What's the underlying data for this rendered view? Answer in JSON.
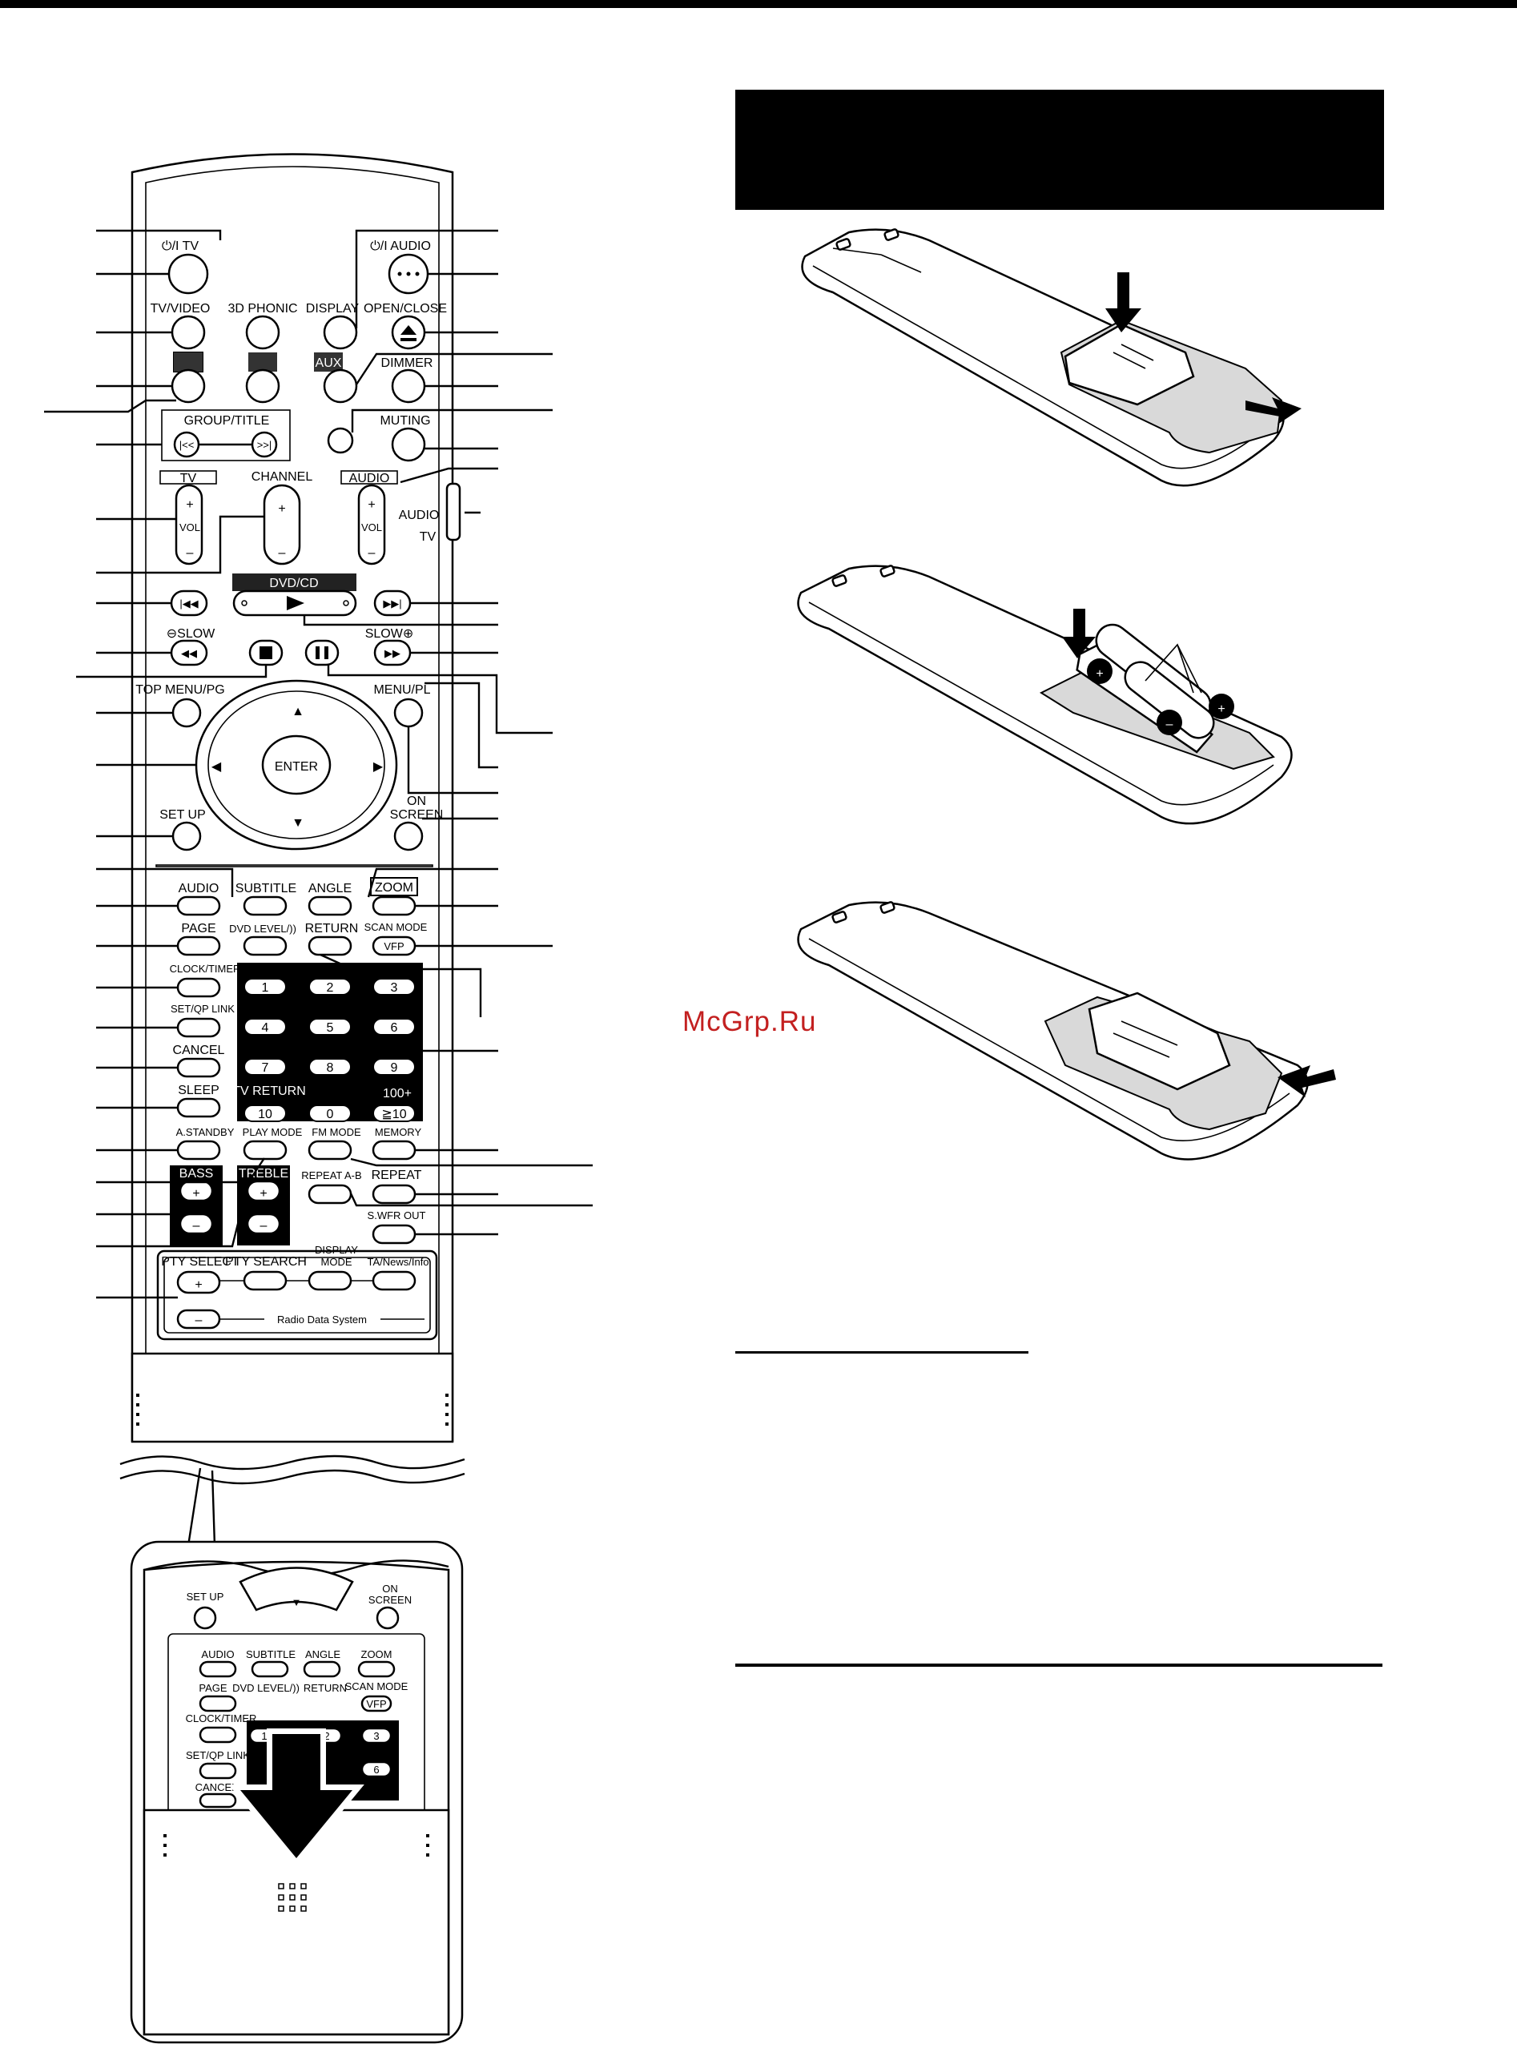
{
  "watermark": "McGrp.Ru",
  "remote": {
    "labels": {
      "power_tv": "⏻/I TV",
      "power_audio": "⏻/I AUDIO",
      "tv_video": "TV/VIDEO",
      "phonic3d": "3D PHONIC",
      "display": "DISPLAY",
      "open_close": "OPEN/CLOSE",
      "aux": "AUX",
      "dimmer": "DIMMER",
      "group_title": "GROUP/TITLE",
      "muting": "MUTING",
      "tv": "TV",
      "channel": "CHANNEL",
      "audio_box": "AUDIO",
      "vol": "VOL",
      "switch_audio": "AUDIO",
      "switch_tv": "TV",
      "dvdcd": "DVD/CD",
      "slow_minus": "⊖SLOW",
      "slow_plus": "SLOW⊕",
      "top_menu": "TOP MENU/PG",
      "menu_pl": "MENU/PL",
      "enter": "ENTER",
      "setup": "SET UP",
      "on": "ON",
      "screen": "SCREEN",
      "audio": "AUDIO",
      "subtitle": "SUBTITLE",
      "angle": "ANGLE",
      "zoom": "ZOOM",
      "page": "PAGE",
      "dvd_level": "DVD LEVEL/))",
      "return": "RETURN",
      "scan_mode": "SCAN MODE",
      "vfp": "VFP",
      "clock_timer": "CLOCK/TIMER",
      "set_qp": "SET/QP LINK",
      "cancel": "CANCEL",
      "sleep": "SLEEP",
      "tv_return": "TV RETURN",
      "hundred": "100+",
      "ge10": "≧10",
      "a_standby": "A.STANDBY",
      "play_mode": "PLAY MODE",
      "fm_mode": "FM MODE",
      "memory": "MEMORY",
      "bass": "BASS",
      "treble": "TREBLE",
      "repeat_ab": "REPEAT A-B",
      "repeat": "REPEAT",
      "swfr": "S.WFR OUT",
      "pty_select": "PTY SELECT",
      "pty_search": "PTY SEARCH",
      "display2": "DISPLAY",
      "mode": "MODE",
      "ta_news": "TA/News/Info",
      "rds": "Radio Data System"
    },
    "digits": [
      "1",
      "2",
      "3",
      "4",
      "5",
      "6",
      "7",
      "8",
      "9",
      "10",
      "0"
    ]
  },
  "inset": {
    "labels": {
      "setup": "SET UP",
      "on": "ON",
      "screen": "SCREEN",
      "audio": "AUDIO",
      "subtitle": "SUBTITLE",
      "angle": "ANGLE",
      "zoom": "ZOOM",
      "page": "PAGE",
      "dvd_level": "DVD LEVEL/))",
      "return": "RETURN",
      "scan_mode": "SCAN MODE",
      "vfp": "VFP",
      "clock": "CLOCK/TIMER",
      "setqp": "SET/QP LINK",
      "cancel": "CANCEL"
    },
    "digits": [
      "1",
      "2",
      "3",
      "6"
    ]
  }
}
